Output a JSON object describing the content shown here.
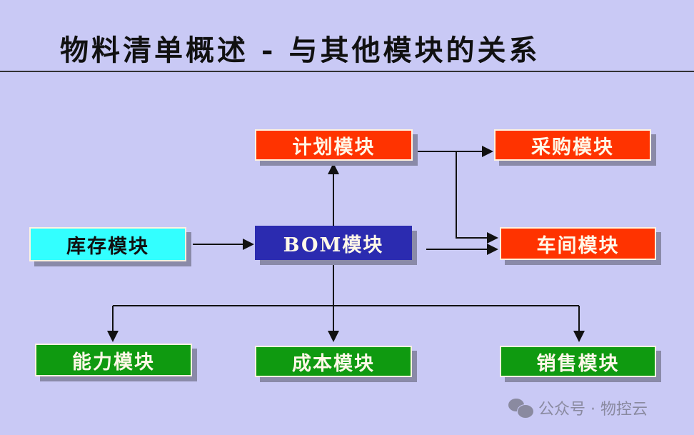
{
  "title": "物料清单概述 - 与其他模块的关系",
  "modules": {
    "plan": "计划模块",
    "purchase": "采购模块",
    "bom": "BOM模块",
    "workshop": "车间模块",
    "inventory": "库存模块",
    "capacity": "能力模块",
    "cost": "成本模块",
    "sales": "销售模块"
  },
  "colors": {
    "background": "#c9c9f5",
    "red": "#ff3300",
    "blue": "#2b2bb0",
    "cyan": "#33ffff",
    "green": "#0f9a10"
  },
  "watermark": "公众号 · 物控云"
}
